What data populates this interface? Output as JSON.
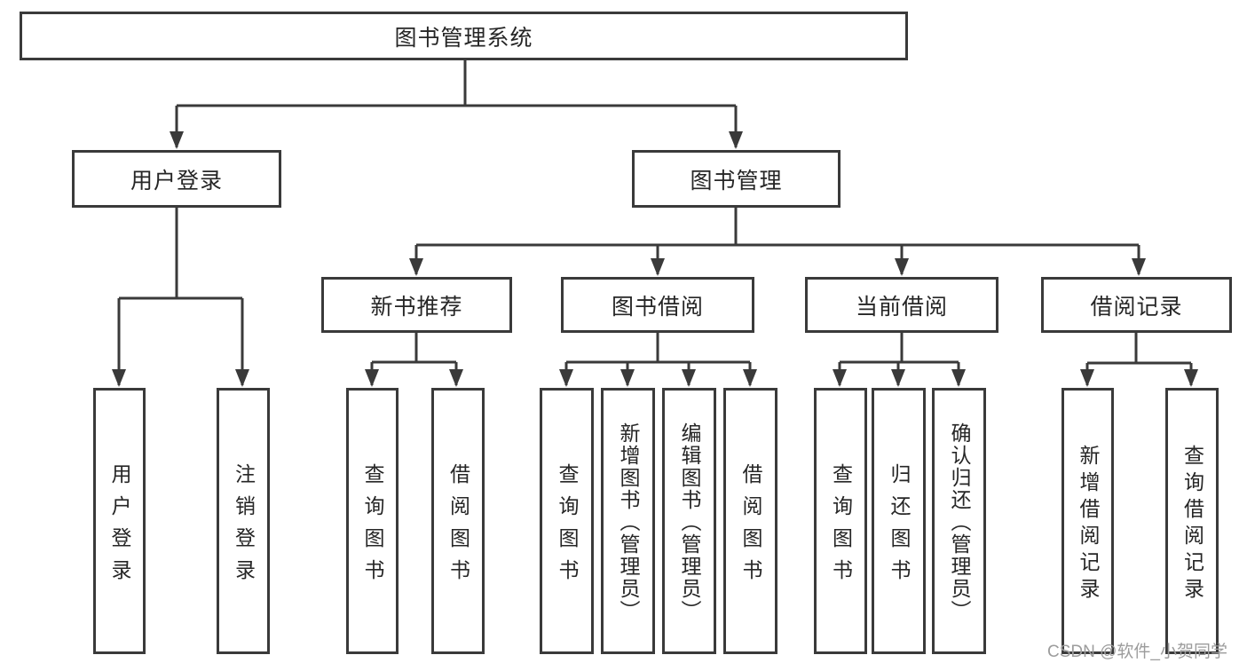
{
  "tree": {
    "root": {
      "label": "图书管理系统"
    },
    "branches": [
      {
        "label": "用户登录",
        "children": [
          {
            "label": "用户登录"
          },
          {
            "label": "注销登录"
          }
        ]
      },
      {
        "label": "图书管理",
        "children": [
          {
            "label": "新书推荐",
            "children": [
              {
                "label": "查询图书"
              },
              {
                "label": "借阅图书"
              }
            ]
          },
          {
            "label": "图书借阅",
            "children": [
              {
                "label": "查询图书"
              },
              {
                "label": "新增图书（管理员）"
              },
              {
                "label": "编辑图书（管理员）"
              },
              {
                "label": "借阅图书"
              }
            ]
          },
          {
            "label": "当前借阅",
            "children": [
              {
                "label": "查询图书"
              },
              {
                "label": "归还图书"
              },
              {
                "label": "确认归还（管理员）"
              }
            ]
          },
          {
            "label": "借阅记录",
            "children": [
              {
                "label": "新增借阅记录"
              },
              {
                "label": "查询借阅记录"
              }
            ]
          }
        ]
      }
    ]
  },
  "watermark": {
    "text": "CSDN @软件_小贺同学"
  },
  "colors": {
    "line": "#3a3a3a",
    "box_border": "#3a3a3a",
    "text": "#262626",
    "watermark": "#9c9c9c",
    "background": "#ffffff"
  }
}
